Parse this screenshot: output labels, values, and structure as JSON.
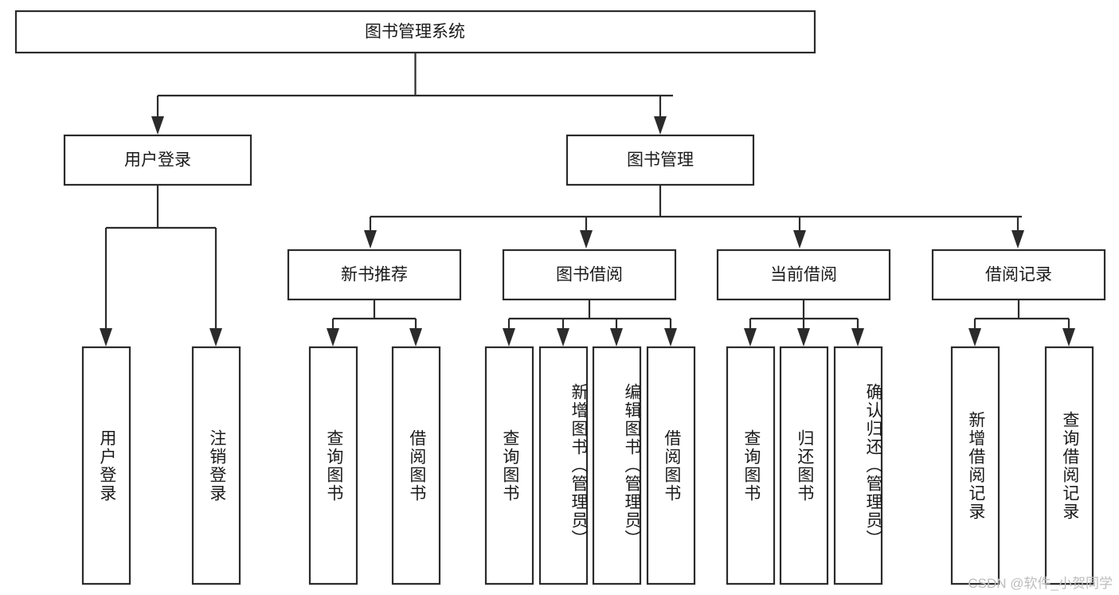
{
  "diagram": {
    "title": "图书管理系统",
    "type": "tree-hierarchy-diagram",
    "colors": {
      "box_stroke": "#2b2b2b",
      "box_fill": "#ffffff",
      "text": "#1a1a1a",
      "background": "#ffffff",
      "watermark": "#bdbdbd"
    },
    "root": {
      "label": "图书管理系统"
    },
    "level2": [
      {
        "label": "用户登录"
      },
      {
        "label": "图书管理"
      }
    ],
    "level3": [
      {
        "label": "新书推荐"
      },
      {
        "label": "图书借阅"
      },
      {
        "label": "当前借阅"
      },
      {
        "label": "借阅记录"
      }
    ],
    "leaves": {
      "user_login": [
        {
          "label": "用户登录"
        },
        {
          "label": "注销登录"
        }
      ],
      "new_book_recommend": [
        {
          "label": "查询图书"
        },
        {
          "label": "借阅图书"
        }
      ],
      "book_borrow": [
        {
          "label": "查询图书"
        },
        {
          "label": "新增图书（管理员）"
        },
        {
          "label": "编辑图书（管理员）"
        },
        {
          "label": "借阅图书"
        }
      ],
      "current_borrow": [
        {
          "label": "查询图书"
        },
        {
          "label": "归还图书"
        },
        {
          "label": "确认归还（管理员）"
        }
      ],
      "borrow_record": [
        {
          "label": "新增借阅记录"
        },
        {
          "label": "查询借阅记录"
        }
      ]
    }
  },
  "watermark": {
    "text": "CSDN @软件_小贺同学"
  }
}
